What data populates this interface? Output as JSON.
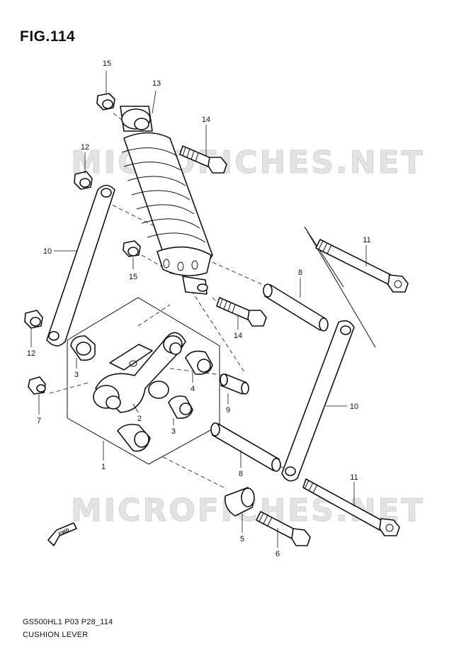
{
  "figure": {
    "title": "FIG.114",
    "code": "GS500HL1 P03 P28_114",
    "name": "CUSHION LEVER"
  },
  "watermarks": [
    "MICROFICHES.NET",
    "MICROFICHES.NET"
  ],
  "fwd_label": "FWD",
  "callouts": [
    "15",
    "13",
    "14",
    "12",
    "10",
    "15",
    "11",
    "8",
    "14",
    "12",
    "3",
    "4",
    "2",
    "7",
    "9",
    "3",
    "1",
    "10",
    "8",
    "11",
    "5",
    "6"
  ]
}
